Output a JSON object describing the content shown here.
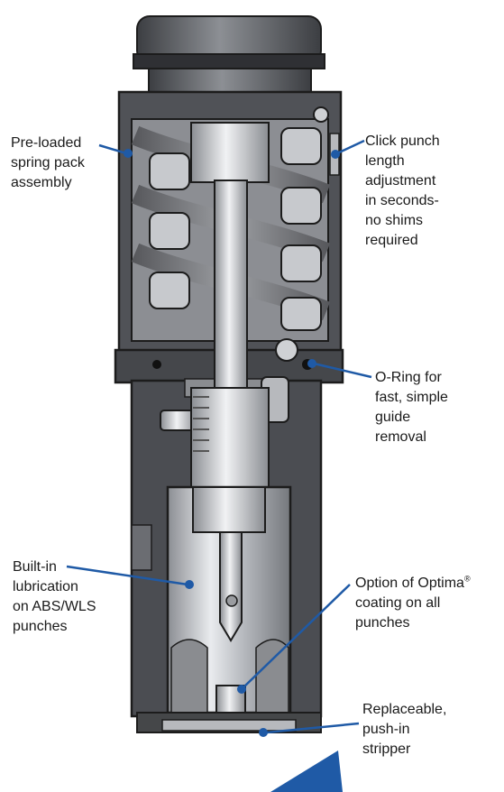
{
  "callouts": {
    "spring_pack": "Pre-loaded\nspring pack\nassembly",
    "click_adjust": "Click punch\nlength\nadjustment\nin seconds-\nno shims\nrequired",
    "oring": "O-Ring for\nfast, simple\nguide\nremoval",
    "lubrication": "Built-in\nlubrication\non ABS/WLS\npunches",
    "optima_pre": "Option of Optima",
    "optima_reg": "®",
    "optima_post": "\ncoating on all\npunches",
    "stripper": "Replaceable,\npush-in\nstripper"
  },
  "colors": {
    "leader": "#1f5aa6",
    "body_dark": "#4d4f54",
    "metal_light": "#c9ccd0",
    "outline": "#1c1c1c"
  }
}
